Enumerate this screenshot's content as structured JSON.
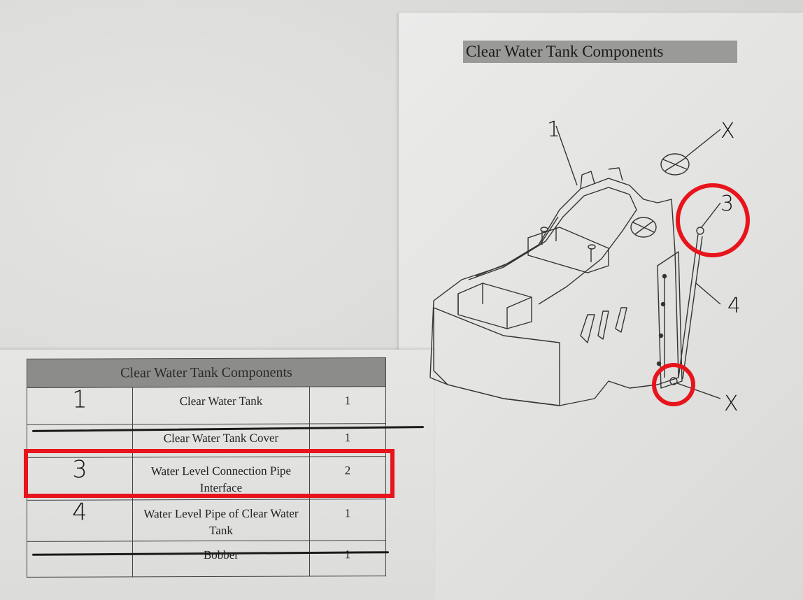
{
  "diagram_title": "Clear Water Tank Components",
  "table": {
    "header": "Clear Water Tank Components",
    "rows": [
      {
        "handwritten": "1",
        "name": "Clear Water Tank",
        "qty": "1"
      },
      {
        "handwritten": "",
        "name": "Clear Water Tank Cover",
        "qty": "1"
      },
      {
        "handwritten": "3",
        "name": "Water Level Connection Pipe Interface",
        "qty": "2"
      },
      {
        "handwritten": "4",
        "name": "Water Level Pipe of Clear Water Tank",
        "qty": "1"
      },
      {
        "handwritten": "",
        "name": "Bobber",
        "qty": "1"
      }
    ]
  },
  "callouts": {
    "one": "1",
    "x_top": "X",
    "three": "3",
    "four": "4",
    "x_bottom": "X"
  },
  "colors": {
    "highlight": "#e8141c",
    "header_fill": "#8c8c8a"
  }
}
